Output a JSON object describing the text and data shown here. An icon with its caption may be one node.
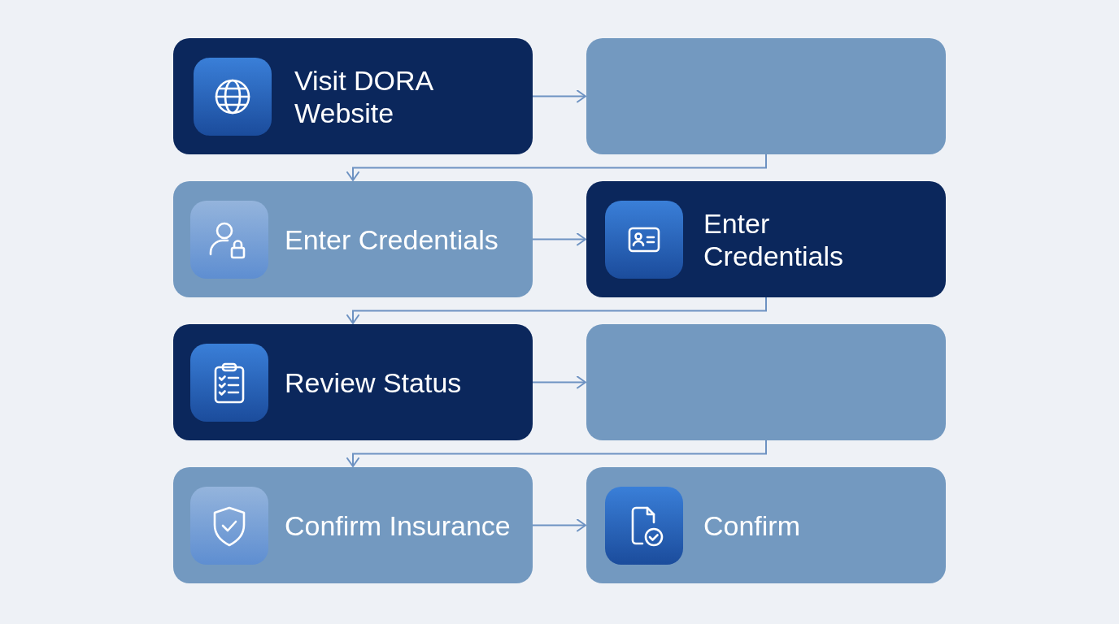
{
  "diagram": {
    "nodes": [
      {
        "text": [
          "Visit DORA Website"
        ]
      },
      {
        "text": [],
        "shape": "box"
      },
      {
        "text": [
          "Enter Credentials"
        ]
      },
      {
        "text": [
          "Enter Credentials"
        ]
      },
      {
        "text": [
          "Review Status"
        ]
      },
      {
        "text": [],
        "shape": "box"
      },
      {
        "text": [
          "Confirm Insurance"
        ]
      },
      {
        "text": [
          "Confirm"
        ]
      }
    ],
    "edges": [
      {
        "from": 0,
        "to": 1,
        "arrow": "to"
      },
      {
        "from": 1,
        "to": 2,
        "arrow": "to"
      },
      {
        "from": 2,
        "to": 3,
        "arrow": "to"
      },
      {
        "from": 3,
        "to": 4,
        "arrow": "to"
      },
      {
        "from": 4,
        "to": 5,
        "arrow": "to"
      },
      {
        "from": 5,
        "to": 6,
        "arrow": "to"
      },
      {
        "from": 6,
        "to": 7,
        "arrow": "to"
      }
    ]
  }
}
